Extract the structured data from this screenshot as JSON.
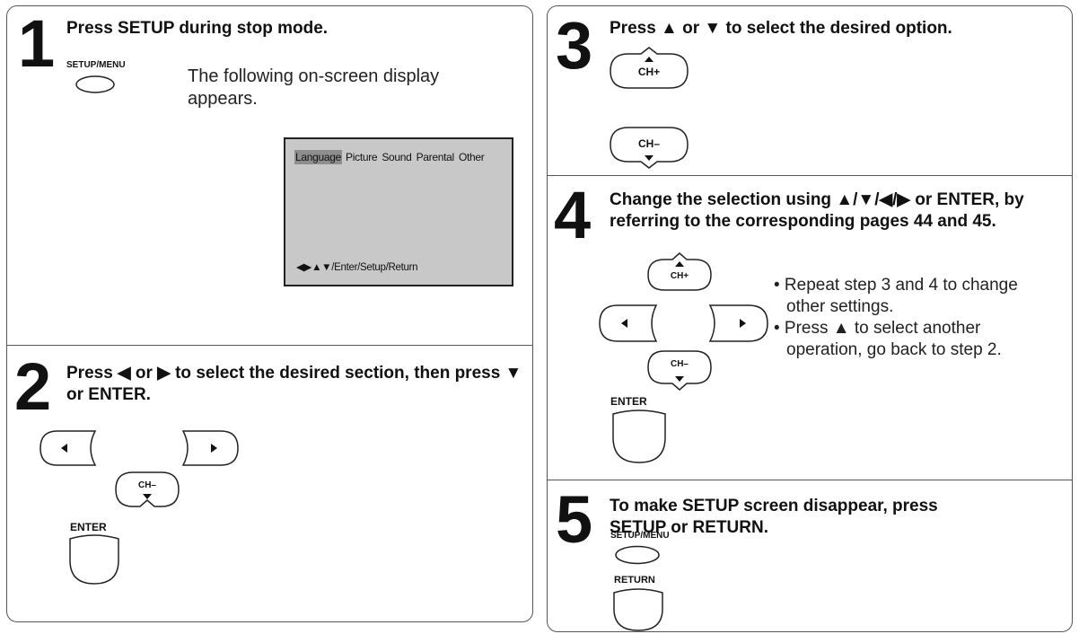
{
  "steps": {
    "s1": {
      "number": "1",
      "heading": "Press SETUP during stop mode.",
      "button_label": "SETUP/MENU",
      "description": "The following on-screen display appears.",
      "osd": {
        "menu_items": [
          "Language",
          "Picture",
          "Sound",
          "Parental",
          "Other"
        ],
        "selected": "Language",
        "footer": "◀▶▲▼/Enter/Setup/Return"
      }
    },
    "s2": {
      "number": "2",
      "heading": "Press ◀ or ▶ to select the desired section, then press ▼ or ENTER.",
      "ch_minus": "CH–",
      "enter_label": "ENTER"
    },
    "s3": {
      "number": "3",
      "heading": "Press ▲ or ▼ to select the desired option.",
      "ch_plus": "CH+",
      "ch_minus": "CH–"
    },
    "s4": {
      "number": "4",
      "heading": "Change the selection using ▲/▼/◀/▶ or ENTER, by referring to the corresponding pages 44 and 45.",
      "ch_plus": "CH+",
      "ch_minus": "CH–",
      "enter_label": "ENTER",
      "bullets": [
        "• Repeat step 3 and 4 to change other settings.",
        "• Press ▲ to select another operation, go back to step 2."
      ]
    },
    "s5": {
      "number": "5",
      "heading": "To make SETUP screen disappear, press SETUP or RETURN.",
      "setup_label": "SETUP/MENU",
      "return_label": "RETURN"
    }
  }
}
